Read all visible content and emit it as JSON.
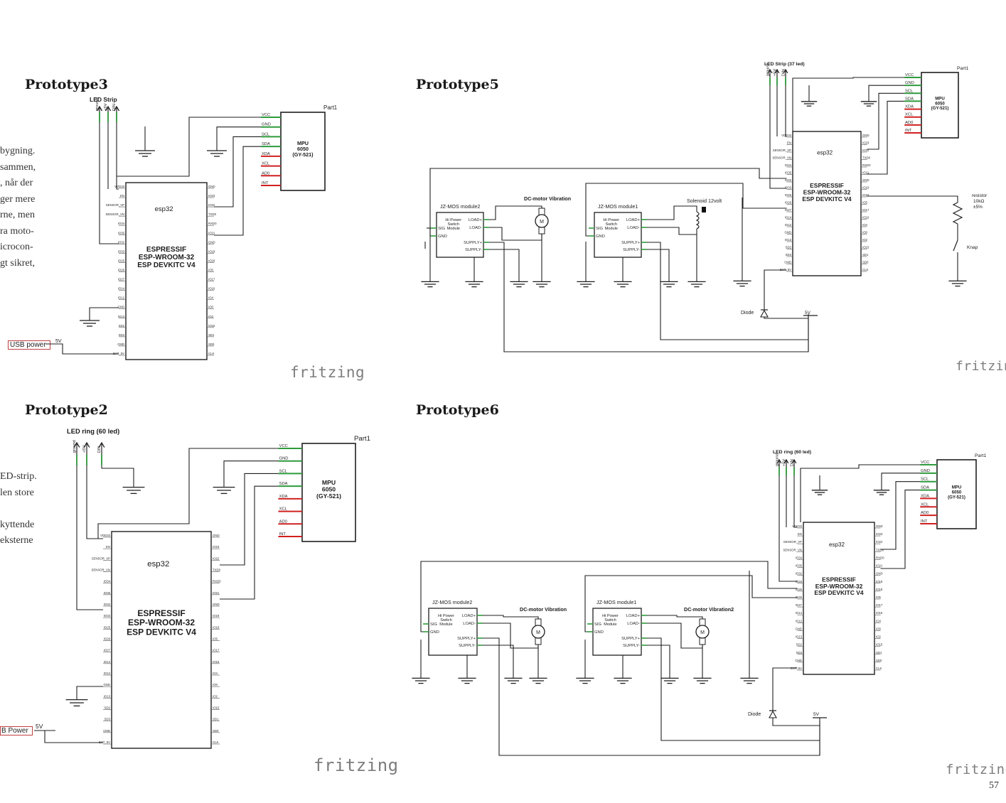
{
  "page_number": "57",
  "watermark": "fritzing",
  "side_text_top": [
    "bygning.",
    "sammen,",
    ", når der",
    "ger mere",
    "rne, men",
    "ra moto-",
    "icrocon-",
    "gt sikret,"
  ],
  "side_text_bottom": [
    "ED-strip.",
    "len store",
    "",
    "kyttende",
    "eksterne"
  ],
  "esp32": {
    "label": "esp32",
    "line1": "ESPRESSIF",
    "line2": "ESP-WROOM-32",
    "line3": "ESP DEVKITC V4"
  },
  "mpu": {
    "part": "Part1",
    "line1": "MPU",
    "line2": "6050",
    "line3": "(GY-521)",
    "pins": [
      "VCC",
      "GND",
      "SCL",
      "SDA",
      "XDA",
      "XCL",
      "AD0",
      "INT"
    ]
  },
  "jzmos": {
    "body": [
      "Hi Power",
      "Switch",
      "Module"
    ],
    "left_pins": [
      "SIG",
      "GND"
    ],
    "right_pins": [
      "LOAD+",
      "LOAD-",
      "SUPPLY+",
      "SUPPLY-"
    ]
  },
  "motor_symbol": "M",
  "led_pins_three": [
    "ground",
    "+5V",
    "DIN"
  ],
  "colors": {
    "wire": "#1f1f1f",
    "pin_green": "#2e9b3c",
    "pin_red": "#d02020",
    "body": "#ffffff"
  },
  "diagrams": {
    "p3": {
      "title": "Prototype3",
      "led": "LED Strip",
      "power_label": "USB power",
      "v5": "5V"
    },
    "p5": {
      "title": "Prototype5",
      "led": "LED Strip (37 led)",
      "mos2": "JZ-MOS module2",
      "mos1": "JZ-MOS module1",
      "motor": "DC-motor Vibration",
      "solenoid": "Solenoid 12volt",
      "resistor": [
        "resistor",
        "10kΩ",
        "±5%"
      ],
      "button": "Knap",
      "diode": "Diode",
      "v5": "5V"
    },
    "p2": {
      "title": "Prototype2",
      "led": "LED ring (60 led)",
      "power_label": "B Power",
      "v5": "5V"
    },
    "p6": {
      "title": "Prototype6",
      "led": "LED ring (60 led)",
      "mos2": "JZ-MOS module2",
      "mos1": "JZ-MOS module1",
      "motor1": "DC-motor Vibration",
      "motor2": "DC-motor Vibration2",
      "diode": "Diode",
      "v5": "5V"
    }
  }
}
